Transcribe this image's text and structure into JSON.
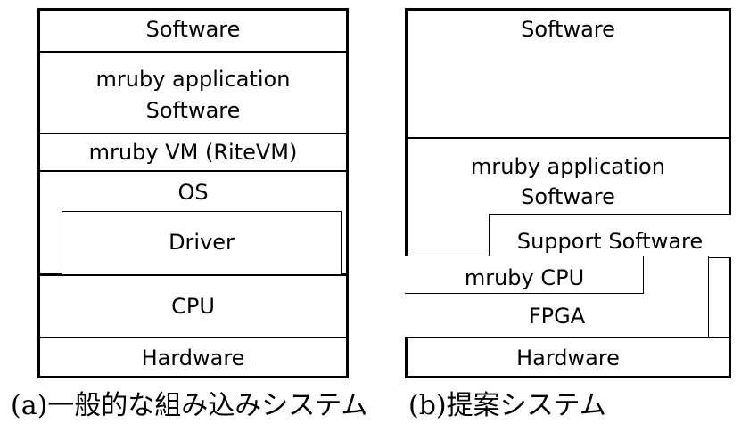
{
  "left_stack": {
    "software": "Software",
    "mruby_app_line1": "mruby application",
    "mruby_app_line2": "Software",
    "mruby_vm": "mruby VM (RiteVM)",
    "os": "OS",
    "driver": "Driver",
    "cpu": "CPU",
    "hardware": "Hardware"
  },
  "right_stack": {
    "software": "Software",
    "mruby_app_line1": "mruby application",
    "mruby_app_line2": "Software",
    "support_software": "Support Software",
    "mruby_cpu": "mruby  CPU",
    "fpga": "FPGA",
    "hardware": "Hardware"
  },
  "captions": {
    "left": "(a)一般的な組み込みシステム",
    "right": "(b)提案システム"
  }
}
